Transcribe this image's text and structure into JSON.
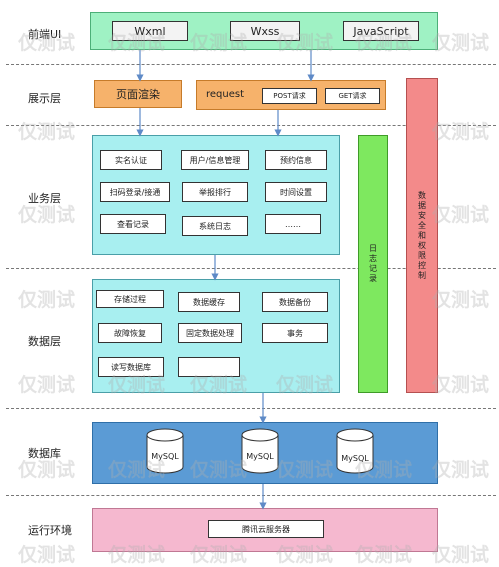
{
  "layers": {
    "frontend": "前端UI",
    "display": "展示层",
    "business": "业务层",
    "data": "数据层",
    "database": "数据库",
    "runtime": "运行环境"
  },
  "frontend": {
    "items": [
      "Wxml",
      "Wxss",
      "JavaScript"
    ]
  },
  "display": {
    "render": "页面渲染",
    "request": "request",
    "post": "POST请求",
    "get": "GET请求"
  },
  "business": {
    "items": [
      "实名认证",
      "用户/信息管理",
      "预约信息",
      "扫码登录/接通",
      "举报排行",
      "时间设置",
      "查看记录",
      "系统日志",
      "……"
    ]
  },
  "data": {
    "items": [
      "存储过程",
      "数据缓存",
      "数据备份",
      "故障恢复",
      "固定数据处理",
      "事务",
      "读写数据库",
      ""
    ]
  },
  "database": {
    "items": [
      "MySQL",
      "MySQL",
      "MySQL"
    ]
  },
  "runtime": {
    "server": "腾讯云服务器"
  },
  "side": {
    "log": "日志记录",
    "security": "数据安全和权限控制"
  },
  "watermark": "仅测试",
  "colors": {
    "frontend_bg": "#9ff2c4",
    "display_box": "#f6b26b",
    "business_bg": "#a8eff0",
    "log_bar": "#7ee85f",
    "security_bar": "#f38a8a",
    "database_bg": "#5b9bd5",
    "runtime_bg": "#f5b8cf"
  }
}
